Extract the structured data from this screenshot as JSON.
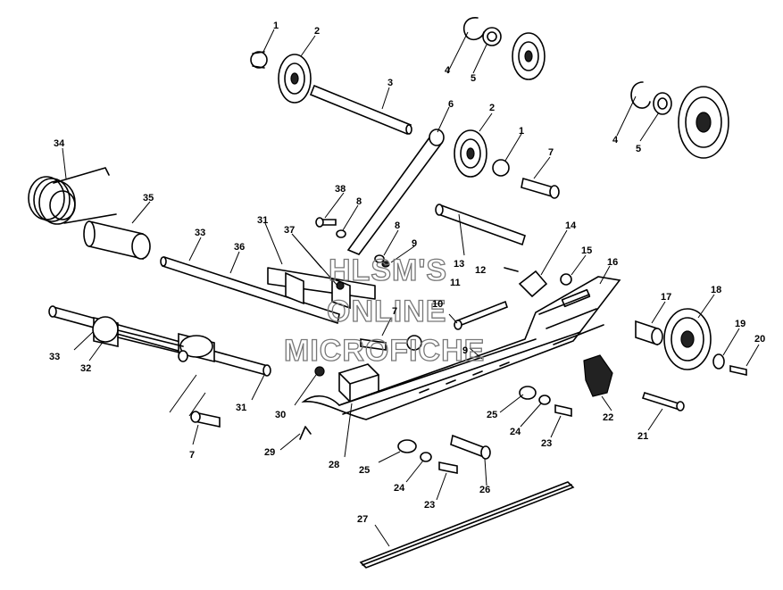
{
  "watermark": [
    "HLSM'S",
    "ONLINE",
    "MICROFICHE"
  ],
  "callouts": [
    "1",
    "2",
    "3",
    "4",
    "5",
    "4",
    "5",
    "6",
    "2",
    "1",
    "7",
    "34",
    "38",
    "8",
    "35",
    "31",
    "37",
    "33",
    "8",
    "9",
    "14",
    "15",
    "16",
    "13",
    "12",
    "36",
    "11",
    "10",
    "7",
    "17",
    "18",
    "19",
    "20",
    "33",
    "9",
    "32",
    "31",
    "30",
    "25",
    "24",
    "23",
    "22",
    "21",
    "29",
    "28",
    "25",
    "24",
    "23",
    "26",
    "27",
    "7"
  ],
  "colors": {
    "line": "#000000",
    "watermark": "#777777",
    "background": "#ffffff"
  }
}
